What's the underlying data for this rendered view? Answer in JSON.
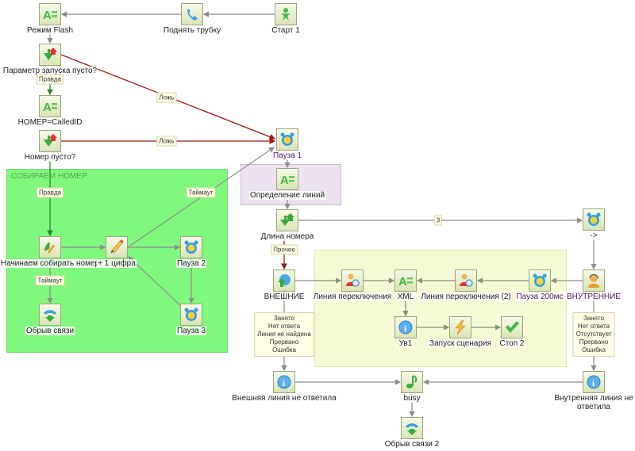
{
  "regions": {
    "green": {
      "title": "СОБИРАЕМ НОМЕР",
      "color": "#80f97e"
    },
    "purple": {
      "color": "#ede3f0"
    },
    "yellow": {
      "color": "#f6fbd6"
    }
  },
  "nodes": [
    {
      "id": "rezhim-flash",
      "label": "Режим Flash",
      "icon": "assign-icon"
    },
    {
      "id": "podnyat-trubku",
      "label": "Поднять трубку",
      "icon": "phone-icon"
    },
    {
      "id": "start-1",
      "label": "Старт 1",
      "icon": "start-person-icon"
    },
    {
      "id": "param-pusto",
      "label": "Параметр запуска пусто?",
      "icon": "condition-icon"
    },
    {
      "id": "nomer-calledid",
      "label": "НОМЕР=CalledID",
      "icon": "assign-icon"
    },
    {
      "id": "nomer-pusto",
      "label": "Номер пусто?",
      "icon": "condition-icon"
    },
    {
      "id": "pauza-1",
      "label": "Пауза 1",
      "icon": "alarm-clock-icon"
    },
    {
      "id": "opredelenie-liniy",
      "label": "Определение линий",
      "icon": "assign-icon"
    },
    {
      "id": "dlina-nomera",
      "label": "Длина номера",
      "icon": "switch-icon"
    },
    {
      "id": "arrow-node",
      "label": "->",
      "icon": "alarm-clock-icon"
    },
    {
      "id": "nachinaem",
      "label": "Начинаем собирать номер",
      "icon": "dtmf-collect-icon"
    },
    {
      "id": "plus-1-cifra",
      "label": "+ 1 цифра",
      "icon": "pencil-icon"
    },
    {
      "id": "pauza-2",
      "label": "Пауза 2",
      "icon": "alarm-clock-icon"
    },
    {
      "id": "pauza-3",
      "label": "Пауза 3",
      "icon": "alarm-clock-icon"
    },
    {
      "id": "obryv-svyazi",
      "label": "Обрыв связи",
      "icon": "hangup-icon"
    },
    {
      "id": "vneshnie",
      "label": "ВНЕШНИЕ",
      "icon": "globe-transfer-icon"
    },
    {
      "id": "liniya-perekl",
      "label": "Линия переключения",
      "icon": "user-search-icon"
    },
    {
      "id": "xml",
      "label": "XML",
      "icon": "assign-icon"
    },
    {
      "id": "liniya-perekl-2",
      "label": "Линия переключения (2)",
      "icon": "user-search-icon"
    },
    {
      "id": "pauza-200",
      "label": "Пауза 200мс",
      "icon": "alarm-clock-icon"
    },
    {
      "id": "vnutrennie",
      "label": "ВНУТРЕННИЕ",
      "icon": "operator-icon"
    },
    {
      "id": "uv1",
      "label": "Ув1",
      "icon": "info-icon"
    },
    {
      "id": "zapusk",
      "label": "Запуск сценария",
      "icon": "lightning-icon"
    },
    {
      "id": "stop-2",
      "label": "Стоп 2",
      "icon": "checkmark-icon"
    },
    {
      "id": "vneshnyaya-ne-otv",
      "label": "Внешняя линия не ответила",
      "icon": "info-icon"
    },
    {
      "id": "busy",
      "label": "busy",
      "icon": "music-note-icon"
    },
    {
      "id": "vnutr-ne-otv",
      "label": "Внутренняя линия не ответила",
      "icon": "info-icon"
    },
    {
      "id": "obryv-svyazi-2",
      "label": "Обрыв связи 2",
      "icon": "hangup-icon"
    }
  ],
  "edge_labels": {
    "pravda_1": "Правда",
    "lozh_1": "Ложь",
    "lozh_2": "Ложь",
    "pravda_2": "Правда",
    "taimaut_1": "Таймаут",
    "taimaut_2": "Таймаут",
    "case_3": "3",
    "prochee": "Прочее"
  },
  "outcome_lists": {
    "vneshnie": [
      "Занято",
      "Нет ответа",
      "Линия не найдена",
      "Прервано",
      "Ошибка"
    ],
    "vnutrennie": [
      "Занято",
      "Нет ответа",
      "Отсутствует",
      "Прервано",
      "Ошибка"
    ]
  },
  "colors": {
    "edge_default": "#8c8c8c",
    "edge_true": "#2e8b2e",
    "edge_false": "#a01a1a"
  }
}
